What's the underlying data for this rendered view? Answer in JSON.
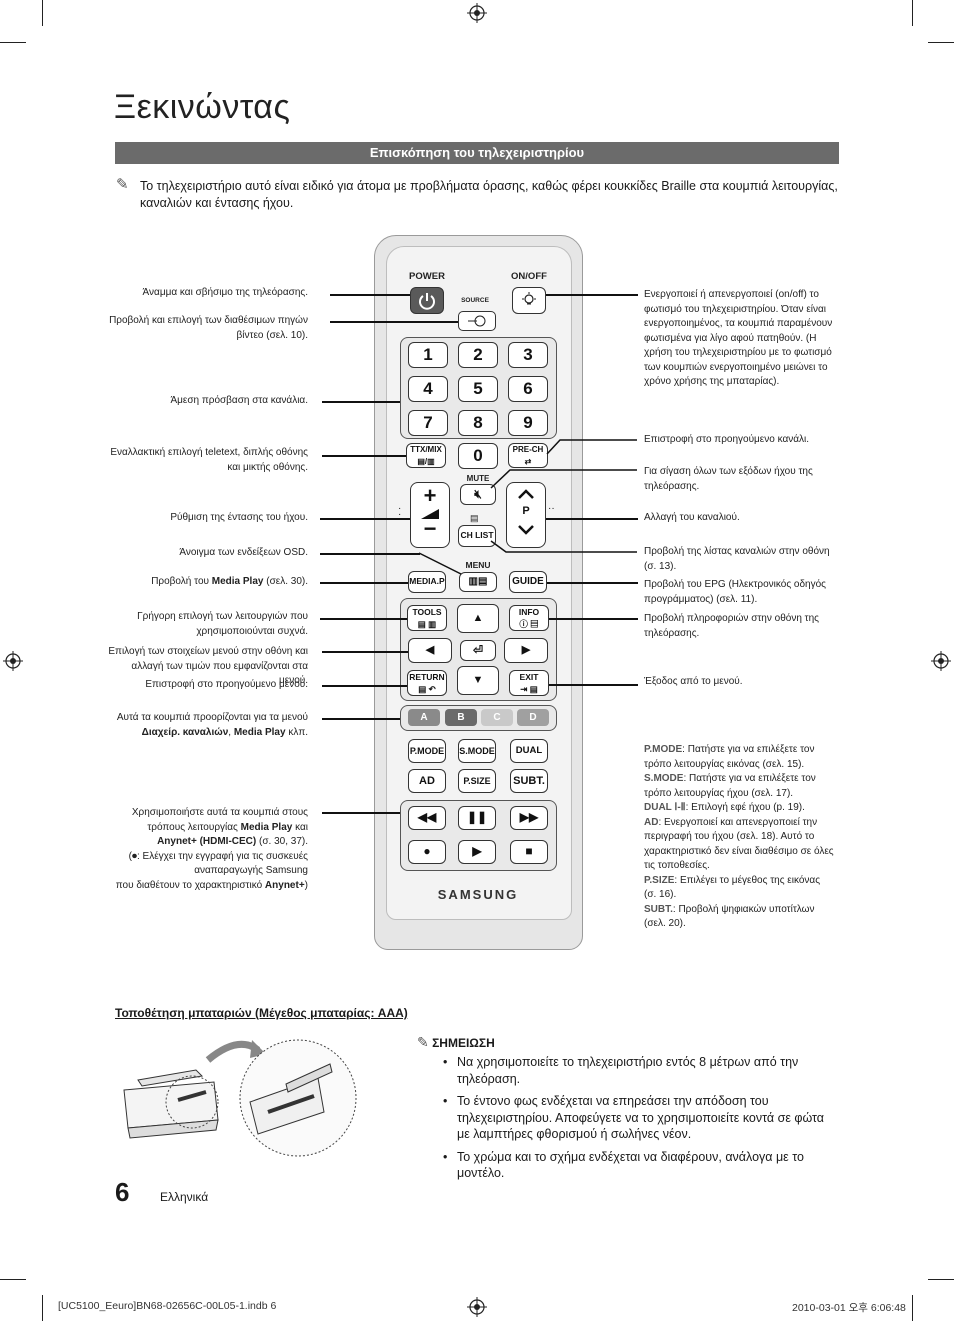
{
  "page": {
    "title": "Ξεκινώντας",
    "section_header": "Επισκόπηση του τηλεχειριστηρίου",
    "intro_note": "Το τηλεχειριστήριο αυτό είναι ειδικό για άτομα με προβλήματα όρασης, καθώς φέρει κουκκίδες Braille στα κουμπιά λειτουργίας, καναλιών και έντασης ήχου.",
    "page_number": "6",
    "language": "Ελληνικά",
    "footer_file": "[UC5100_Eeuro]BN68-02656C-00L05-1.indb   6",
    "footer_date": "2010-03-01   오후 6:06:48"
  },
  "left_labels": {
    "power": "Άναμμα και σβήσιμο της τηλεόρασης.",
    "source": "Προβολή και επιλογή των διαθέσιμων πηγών βίντεο (σελ. 10).",
    "numbers": "Άμεση πρόσβαση στα κανάλια.",
    "ttx": "Εναλλακτική επιλογή teletext, διπλής οθόνης και μικτής οθόνης.",
    "volume": "Ρύθμιση της έντασης του ήχου.",
    "menu": "Άνοιγμα των ενδείξεων OSD.",
    "mediap_pre": "Προβολή του",
    "mediap_bold": "Media Play",
    "mediap_post": "(σελ. 30).",
    "tools": "Γρήγορη επιλογή των λειτουργιών που χρησιμοποιούνται συχνά.",
    "select": "Επιλογή των στοιχείων μενού στην οθόνη και αλλαγή των τιμών που εμφανίζονται στα μενού.",
    "return": "Επιστροφή στο προηγούμενο μενού.",
    "colors_pre": "Αυτά τα κουμπιά προορίζονται για τα μενού",
    "colors_bold1": "Διαχείρ. καναλιών",
    "colors_bold2": "Media Play",
    "colors_post": "κλπ.",
    "media_l1": "Χρησιμοποιήστε αυτά τα κουμπιά στους",
    "media_l2_pre": "τρόπους λειτουργίας",
    "media_l2_bold": "Media Play",
    "media_l2_post": "και",
    "media_l3_bold": "Anynet+ (HDMI-CEC)",
    "media_l3_post": "(σ. 30, 37).",
    "media_l4": "(⏺: Ελέγχει την εγγραφή για τις συσκευές",
    "media_l5": "αναπαραγωγής Samsung",
    "media_l6_pre": "που διαθέτουν το χαρακτηριστικό",
    "media_l6_bold": "Anynet+",
    "media_l6_post": ")"
  },
  "right_labels": {
    "onoff": "Ενεργοποιεί ή απενεργοποιεί (on/off) το φωτισμό του τηλεχειριστηρίου. Όταν είναι ενεργοποιημένος, τα κουμπιά παραμένουν φωτισμένα για λίγο αφού πατηθούν. (Η χρήση του τηλεχειριστηρίου με το φωτισμό των κουμπιών ενεργοποιημένο μειώνει το χρόνο χρήσης της μπαταρίας).",
    "prech": "Επιστροφή στο προηγούμενο κανάλι.",
    "mute": "Για σίγαση όλων των εξόδων ήχου της τηλεόρασης.",
    "channel": "Αλλαγή του καναλιού.",
    "chlist": "Προβολή της λίστας καναλιών στην οθόνη (σ. 13).",
    "guide": "Προβολή του EPG (Ηλεκτρονικός οδηγός προγράμματος) (σελ. 11).",
    "info": "Προβολή πληροφοριών στην οθόνη της τηλεόρασης.",
    "exit": "Έξοδος από το μενού.",
    "pmode_k": "P.MODE",
    "pmode_v": ": Πατήστε για να επιλέξετε τον τρόπο λειτουργίας εικόνας (σελ. 15).",
    "smode_k": "S.MODE",
    "smode_v": ": Πατήστε για να επιλέξετε τον τρόπο λειτουργίας ήχου (σελ. 17).",
    "dual_k": "DUAL Ⅰ-Ⅱ",
    "dual_v": ": Επιλογή εφέ ήχου (p. 19).",
    "ad_k": "AD",
    "ad_v": ": Ενεργοποιεί και απενεργοποιεί την περιγραφή του ήχου (σελ. 18). Αυτό το χαρακτηριστικό δεν είναι διαθέσιμο σε όλες τις τοποθεσίες.",
    "psize_k": "P.SIZE",
    "psize_v": ": Επιλέγει το μέγεθος της εικόνας (σ. 16).",
    "subt_k": "SUBT.",
    "subt_v": ": Προβολή ψηφιακών υποτίτλων (σελ. 20)."
  },
  "remote": {
    "power": "POWER",
    "onoff": "ON/OFF",
    "source": "SOURCE",
    "numbers": [
      "1",
      "2",
      "3",
      "4",
      "5",
      "6",
      "7",
      "8",
      "9",
      "0"
    ],
    "ttx": "TTX/MIX",
    "prech": "PRE-CH",
    "mute": "MUTE",
    "p": "P",
    "chlist": "CH LIST",
    "menu": "MENU",
    "mediap": "MEDIA.P",
    "guide": "GUIDE",
    "tools": "TOOLS",
    "info": "INFO",
    "return": "RETURN",
    "exit": "EXIT",
    "color_keys": [
      "A",
      "B",
      "C",
      "D"
    ],
    "pmode": "P.MODE",
    "smode": "S.MODE",
    "dual": "DUAL",
    "ad": "AD",
    "psize": "P.SIZE",
    "subt": "SUBT.",
    "brand": "SAMSUNG"
  },
  "colors": {
    "key_a": "#8a8a8a",
    "key_b": "#6a6a6a",
    "key_c": "#c9c9c9",
    "key_d": "#a0a0a0",
    "section_bar": "#6b6b6b"
  },
  "battery": {
    "heading": "Τοποθέτηση μπαταριών (Μέγεθος μπαταρίας: AAA)",
    "note_title": "ΣΗΜΕΙΩΣΗ",
    "notes": [
      "Να χρησιμοποιείτε το τηλεχειριστήριο εντός 8 μέτρων από την τηλεόραση.",
      "Το έντονο φως ενδέχεται να επηρεάσει την απόδοση του τηλεχειριστηρίου. Αποφεύγετε να το χρησιμοποιείτε κοντά σε φώτα με λαμπτήρες φθορισμού ή σωλήνες νέον.",
      "Το χρώμα και το σχήμα ενδέχεται να διαφέρουν, ανάλογα με το μοντέλο."
    ]
  }
}
